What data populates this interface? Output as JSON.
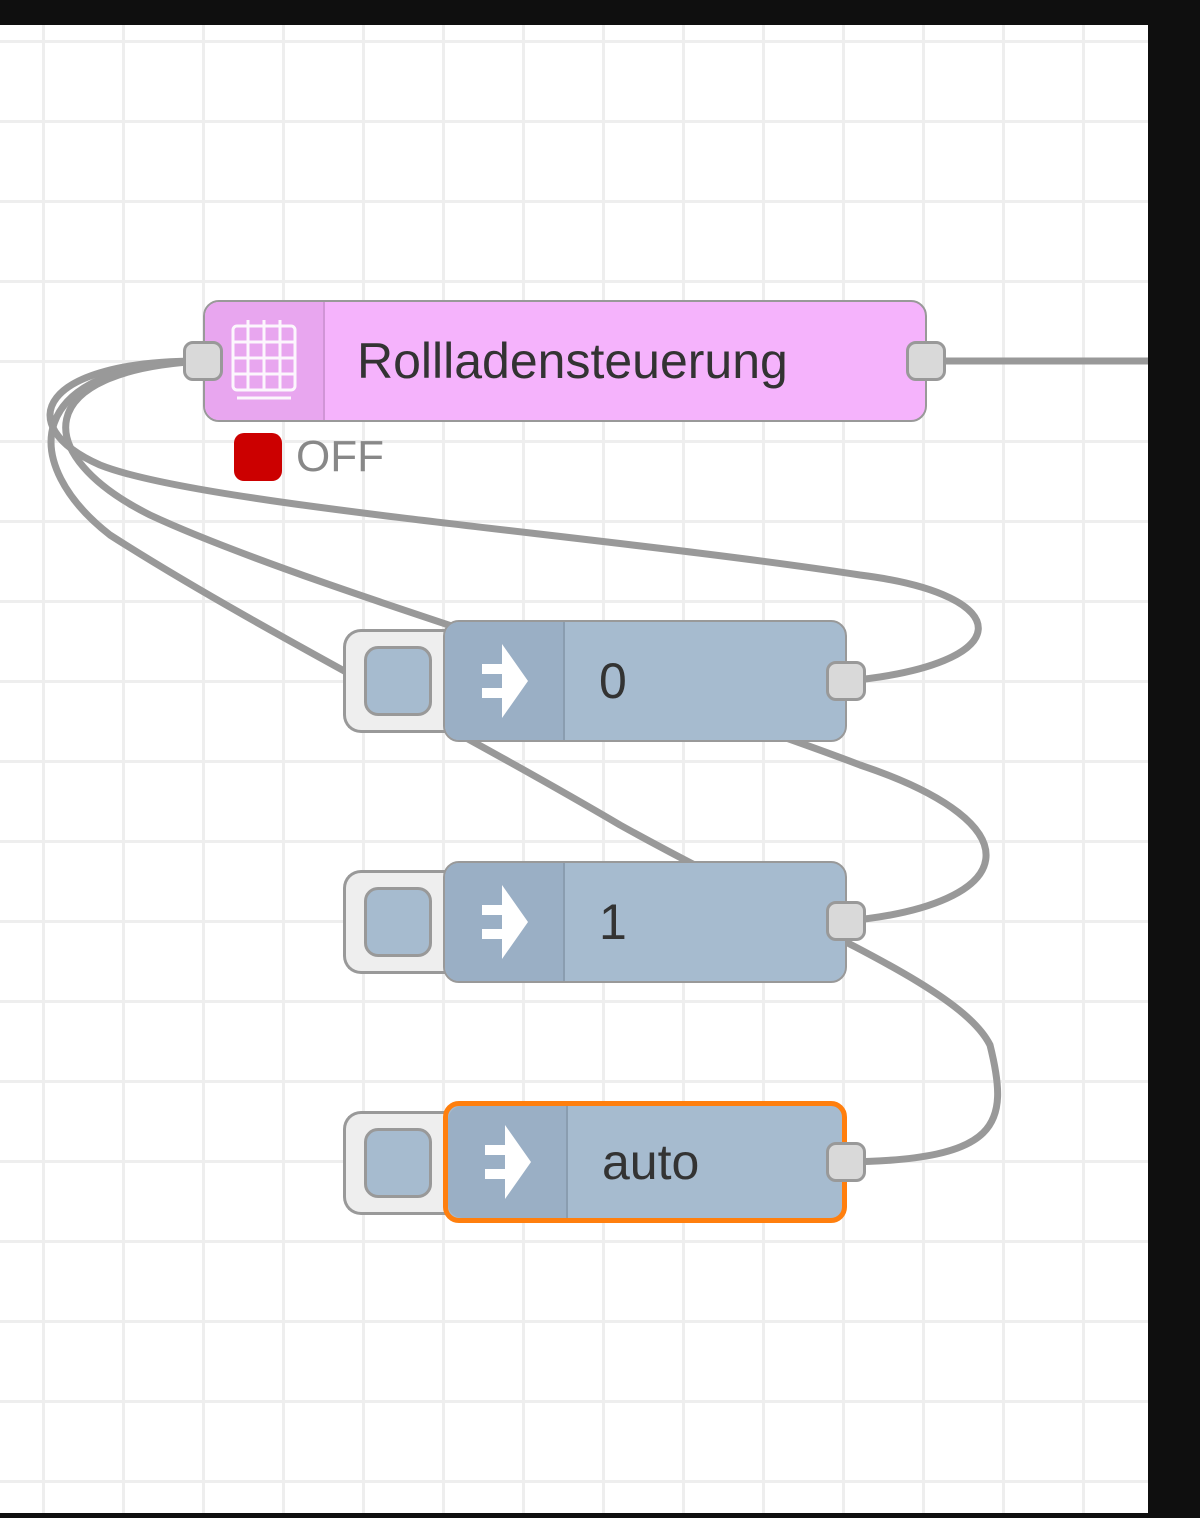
{
  "flow": {
    "nodes": [
      {
        "id": "schedule",
        "type": "schedule",
        "label": "Rollladensteuerung",
        "icon": "calendar-icon",
        "color": "#f5b3fc",
        "status": {
          "text": "OFF",
          "color": "#cc0000",
          "shape": "square"
        }
      },
      {
        "id": "inject-0",
        "type": "inject",
        "label": "0",
        "icon": "inject-arrow-icon",
        "color": "#a6bbcf",
        "selected": false
      },
      {
        "id": "inject-1",
        "type": "inject",
        "label": "1",
        "icon": "inject-arrow-icon",
        "color": "#a6bbcf",
        "selected": false
      },
      {
        "id": "inject-auto",
        "type": "inject",
        "label": "auto",
        "icon": "inject-arrow-icon",
        "color": "#a6bbcf",
        "selected": true
      }
    ],
    "wires": [
      {
        "from": "inject-0",
        "to": "schedule"
      },
      {
        "from": "inject-1",
        "to": "schedule"
      },
      {
        "from": "inject-auto",
        "to": "schedule"
      },
      {
        "from": "schedule",
        "to": "offscreen-right"
      }
    ],
    "selection_color": "#ff7f0e",
    "wire_color": "#999999"
  }
}
